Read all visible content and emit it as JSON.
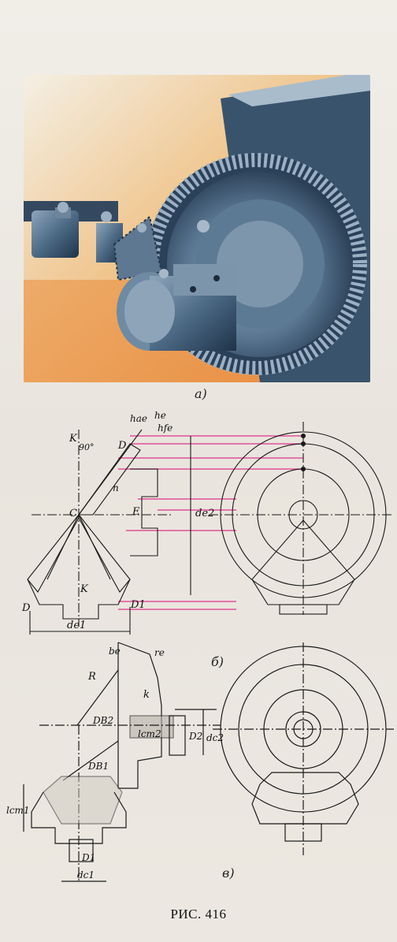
{
  "figure": {
    "caption": "РИС. 416",
    "panels": [
      {
        "id": "a",
        "label": "а)"
      },
      {
        "id": "b",
        "label": "б)"
      },
      {
        "id": "c",
        "label": "в)"
      }
    ]
  },
  "drawing_b_labels": {
    "K_top": "K",
    "angle": "90°",
    "D_top": "D",
    "hae": "hae",
    "he": "he",
    "hfe": "hfe",
    "n": "n",
    "C": "C",
    "E": "E",
    "de2": "de2",
    "K_bottom": "K",
    "D_left": "D",
    "D1": "D1",
    "de1": "de1"
  },
  "drawing_c_labels": {
    "R": "R",
    "be": "be",
    "re": "re",
    "k": "k",
    "DB2": "DB2",
    "lcm2": "lcm2",
    "D2": "D2",
    "dc2": "dc2",
    "DB1": "DB1",
    "lcm1": "lcm1",
    "D1": "D1",
    "dc1": "dc1"
  },
  "colors": {
    "projection_lines": "#e0509a",
    "line_work": "#1a1a1a",
    "paper": "#ebe7e0",
    "metal": "#4d6a86"
  }
}
